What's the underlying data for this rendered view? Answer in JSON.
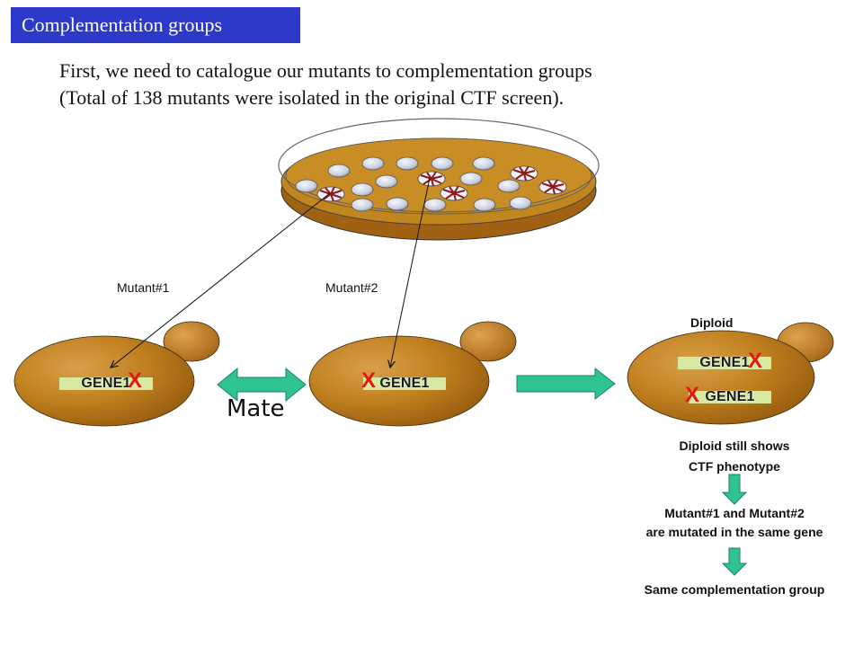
{
  "header": {
    "title": "Complementation groups",
    "intro_line1": "First, we need to catalogue our mutants to complementation groups",
    "intro_line2": "(Total of 138 mutants were isolated in the original CTF screen)."
  },
  "labels": {
    "mutant1": "Mutant#1",
    "mutant2": "Mutant#2",
    "diploid": "Diploid",
    "mate": "Mate"
  },
  "cells": {
    "gene_name": "GENE1",
    "mutation_mark": "X"
  },
  "result": {
    "line1": "Diploid still shows",
    "line2": "CTF phenotype",
    "conclusion_line1": "Mutant#1 and Mutant#2",
    "conclusion_line2": "are mutated in the same gene",
    "final": "Same complementation group"
  },
  "colors": {
    "title_bg": "#2d39c8",
    "cell_body": "#c88a1e",
    "gene_band": "#d6e9a3",
    "mutation": "#e4160f",
    "arrow": "#2fc48f"
  }
}
